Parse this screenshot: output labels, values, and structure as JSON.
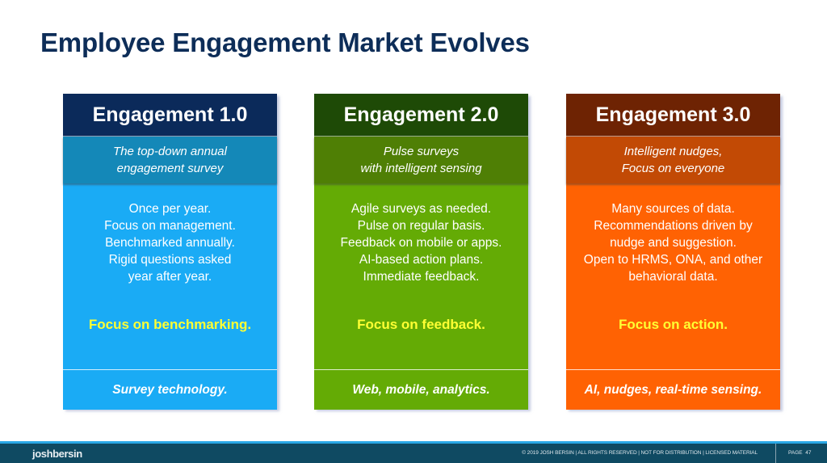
{
  "slide": {
    "title": "Employee Engagement Market Evolves"
  },
  "cards": [
    {
      "title": "Engagement 1.0",
      "subtitle": [
        "The top-down annual",
        "engagement survey"
      ],
      "lines": [
        "Once per year.",
        "Focus on management.",
        "Benchmarked annually.",
        "Rigid questions asked",
        "year after year."
      ],
      "focus": "Focus on benchmarking.",
      "technology": "Survey technology.",
      "colors": {
        "header": "#0b2a5a",
        "subtitle": "#1488b8",
        "body": "#1aabf5"
      }
    },
    {
      "title": "Engagement 2.0",
      "subtitle": [
        "Pulse surveys",
        "with intelligent sensing"
      ],
      "lines": [
        "Agile surveys as needed.",
        "Pulse on regular basis.",
        "Feedback on mobile or apps.",
        "AI-based action plans.",
        "Immediate feedback."
      ],
      "focus": "Focus on feedback.",
      "technology": "Web, mobile, analytics.",
      "colors": {
        "header": "#1e4a06",
        "subtitle": "#4f7f05",
        "body": "#64ab05"
      }
    },
    {
      "title": "Engagement 3.0",
      "subtitle": [
        "Intelligent nudges,",
        "Focus on everyone"
      ],
      "lines": [
        "Many sources of data.",
        "Recommendations driven by",
        "nudge and suggestion.",
        "Open to HRMS, ONA, and other",
        "behavioral data."
      ],
      "focus": "Focus on action.",
      "technology": "AI, nudges, real-time sensing.",
      "colors": {
        "header": "#6e2303",
        "subtitle": "#c24a05",
        "body": "#ff6203"
      }
    }
  ],
  "footer": {
    "logo": "joshbersin",
    "copyright": "© 2019 JOSH BERSIN | ALL RIGHTS RESERVED | NOT FOR DISTRIBUTION | LICENSED MATERIAL",
    "page_label": "PAGE",
    "page_number": "47",
    "colors": {
      "bar": "#0f4a62",
      "accent_line": "#2aa8e6"
    }
  }
}
